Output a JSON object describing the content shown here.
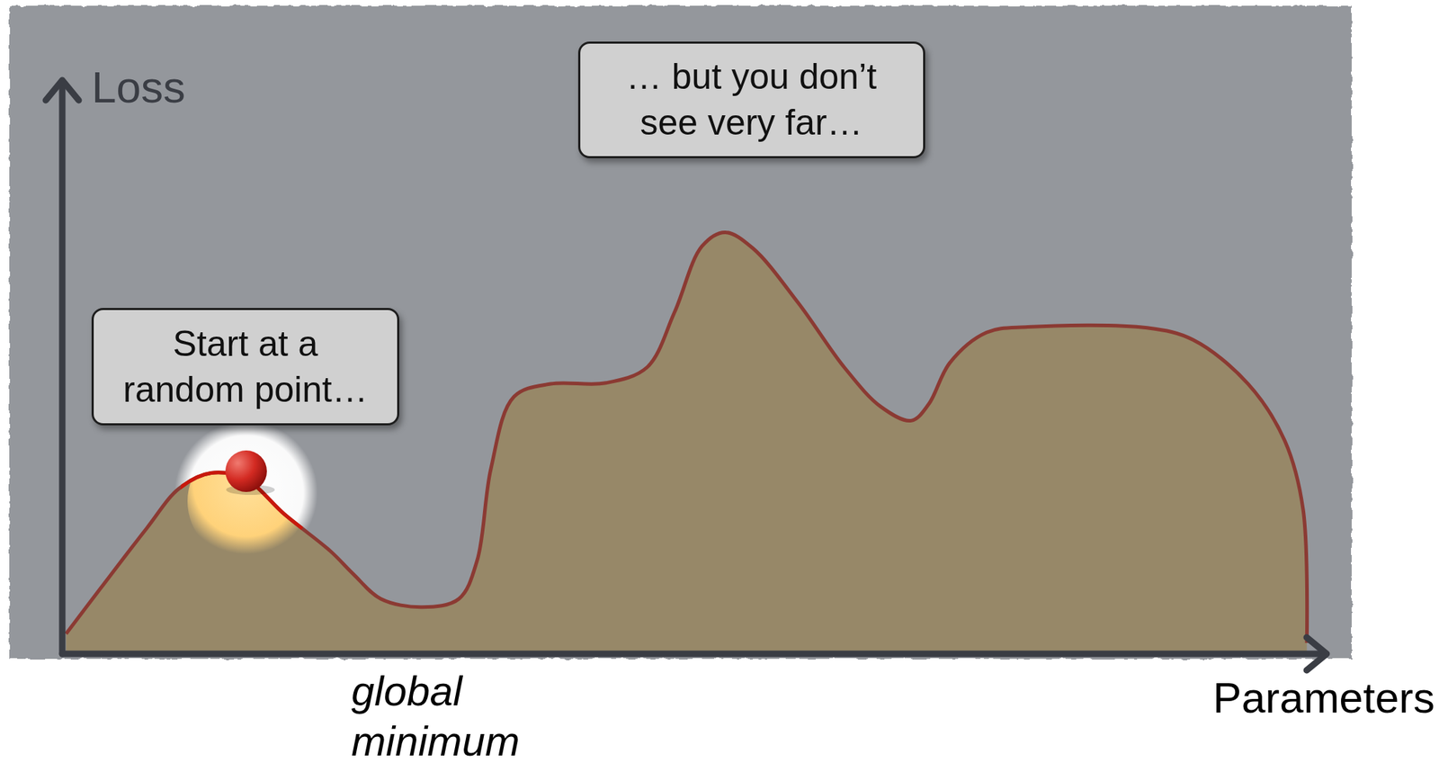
{
  "diagram": {
    "nodes": [
      {
        "text": [
          "Start at a random point…"
        ]
      },
      {
        "text": [
          "… but you don’t see very far…"
        ]
      }
    ],
    "labels": [
      "Loss",
      "Parameters",
      "global minimum"
    ]
  }
}
